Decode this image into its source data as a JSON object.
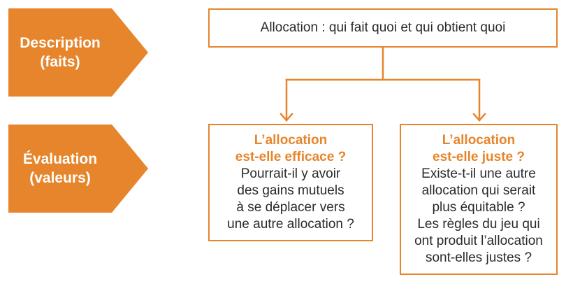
{
  "rows": {
    "description": {
      "lines": [
        "Description",
        "(faits)"
      ]
    },
    "evaluation": {
      "lines": [
        "Évaluation",
        "(valeurs)"
      ]
    }
  },
  "top_box": {
    "text": "Allocation : qui fait quoi et qui obtient quoi"
  },
  "left_box": {
    "title_lines": [
      "L’allocation",
      "est-elle efficace ?"
    ],
    "body_lines": [
      "Pourrait-il y avoir",
      "des gains mutuels",
      "à se déplacer vers",
      "une autre allocation ?"
    ]
  },
  "right_box": {
    "title_lines": [
      "L’allocation",
      "est-elle juste ?"
    ],
    "body_lines": [
      "Existe-t-il une autre",
      "allocation qui serait",
      "plus équitable ?",
      "Les règles du jeu qui",
      "ont produit l’allocation",
      "sont-elles justes ?"
    ]
  },
  "colors": {
    "accent": "#e6852c",
    "text": "#2a2a2a",
    "background": "#ffffff"
  }
}
